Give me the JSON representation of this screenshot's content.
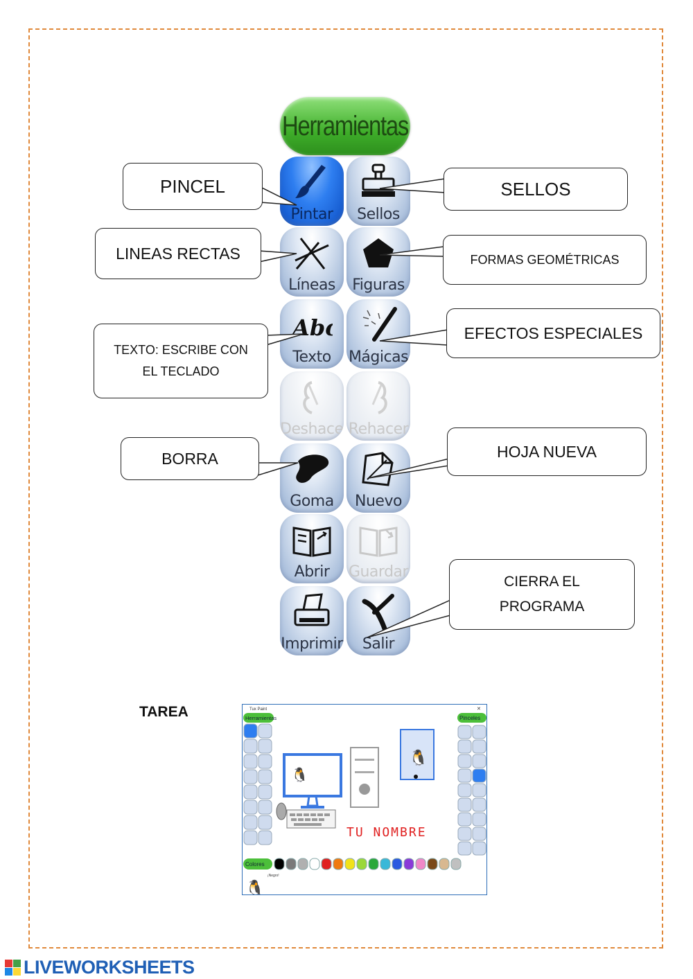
{
  "palette": {
    "title": "Herramientas",
    "buttons": [
      {
        "label": "Pintar",
        "icon": "brush-icon",
        "state": "active"
      },
      {
        "label": "Sellos",
        "icon": "stamp-icon",
        "state": "normal"
      },
      {
        "label": "Líneas",
        "icon": "lines-icon",
        "state": "normal"
      },
      {
        "label": "Figuras",
        "icon": "pentagon-icon",
        "state": "normal"
      },
      {
        "label": "Texto",
        "icon": "abc-text-icon",
        "state": "normal"
      },
      {
        "label": "Mágicas",
        "icon": "magic-wand-icon",
        "state": "normal"
      },
      {
        "label": "Deshacer",
        "icon": "undo-icon",
        "state": "disabled"
      },
      {
        "label": "Rehacer",
        "icon": "redo-icon",
        "state": "disabled"
      },
      {
        "label": "Goma",
        "icon": "eraser-icon",
        "state": "normal"
      },
      {
        "label": "Nuevo",
        "icon": "new-page-icon",
        "state": "normal"
      },
      {
        "label": "Abrir",
        "icon": "open-book-icon",
        "state": "normal"
      },
      {
        "label": "Guardar",
        "icon": "save-icon",
        "state": "disabled"
      },
      {
        "label": "Imprimir",
        "icon": "printer-icon",
        "state": "normal"
      },
      {
        "label": "Salir",
        "icon": "exit-icon",
        "state": "normal"
      }
    ]
  },
  "callouts": {
    "pincel": "PINCEL",
    "sellos": "SELLOS",
    "lineas": "LINEAS RECTAS",
    "formas": "FORMAS GEOMÉTRICAS",
    "texto_line1": "TEXTO: ESCRIBE CON",
    "texto_line2": "EL TECLADO",
    "efectos": "EFECTOS ESPECIALES",
    "borra": "BORRA",
    "hoja": "HOJA NUEVA",
    "cierra_line1": "CIERRA EL",
    "cierra_line2": "PROGRAMA"
  },
  "tarea": {
    "label": "TAREA",
    "screenshot": {
      "title": "Tux Paint",
      "left_header": "Herramientas",
      "right_header": "Pinceles",
      "colors_label": "Colores",
      "status": "¡Negro!",
      "canvas_text": "TU NOMBRE",
      "color_swatches": [
        "#000000",
        "#7a7a7a",
        "#b0b0b0",
        "#ffffff",
        "#e02020",
        "#f07a10",
        "#f2e21a",
        "#9ad83a",
        "#2aa83a",
        "#3ab8d8",
        "#2a5ae0",
        "#8a3ad8",
        "#f088c8",
        "#7a4a1a",
        "#d8b890",
        "#c0c0c0"
      ]
    }
  },
  "footer": {
    "brand": "LIVEWORKSHEETS",
    "colors": [
      "#e53935",
      "#43a047",
      "#1e88e5",
      "#fdd835"
    ]
  }
}
